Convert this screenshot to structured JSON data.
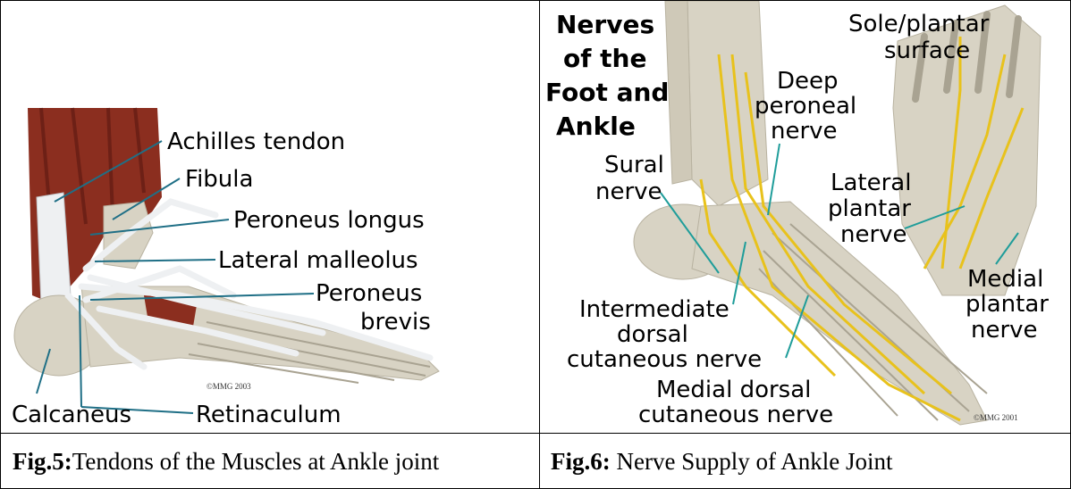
{
  "left_figure": {
    "labels": {
      "achilles": "Achilles tendon",
      "fibula": "Fibula",
      "peroneus_longus": "Peroneus longus",
      "lateral_malleolus": "Lateral malleolus",
      "peroneus_brevis_1": "Peroneus",
      "peroneus_brevis_2": "brevis",
      "calcaneus": "Calcaneus",
      "retinaculum": "Retinaculum",
      "copyright": "©MMG 2003"
    },
    "caption_prefix": "Fig.5:",
    "caption_text": "Tendons of the Muscles at Ankle joint"
  },
  "right_figure": {
    "title": [
      "Nerves",
      "of the",
      "Foot and",
      "Ankle"
    ],
    "labels": {
      "sole_1": "Sole/plantar",
      "sole_2": "surface",
      "deep_1": "Deep",
      "deep_2": "peroneal",
      "deep_3": "nerve",
      "sural_1": "Sural",
      "sural_2": "nerve",
      "lateral_1": "Lateral",
      "lateral_2": "plantar",
      "lateral_3": "nerve",
      "medial_plantar_1": "Medial",
      "medial_plantar_2": "plantar",
      "medial_plantar_3": "nerve",
      "intermediate_1": "Intermediate",
      "intermediate_2": "dorsal",
      "intermediate_3": "cutaneous nerve",
      "medial_dorsal_1": "Medial dorsal",
      "medial_dorsal_2": "cutaneous nerve",
      "copyright": "©MMG 2001"
    },
    "caption_prefix": "Fig.6:",
    "caption_text": " Nerve Supply of Ankle Joint"
  },
  "colors": {
    "bone": "#d8d3c4",
    "muscle": "#8b2e1f",
    "tendon": "#eef0f2",
    "nerve": "#e8c21c",
    "leader": "#1f9d9a"
  }
}
